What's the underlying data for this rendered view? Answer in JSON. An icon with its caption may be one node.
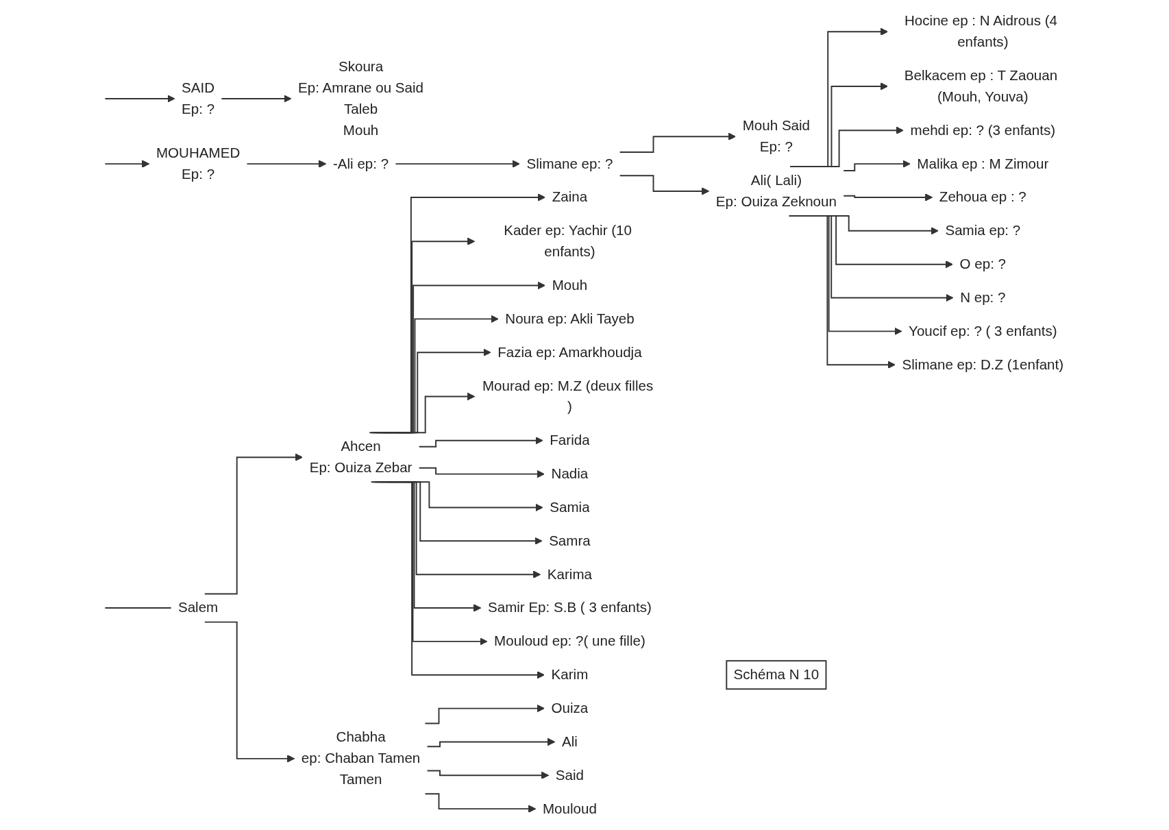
{
  "diagram": {
    "nodes": [
      {
        "text": [
          "SAID"
        ],
        "beside": [
          "Ep: ?"
        ]
      },
      {
        "text": [
          "MOUHAMED"
        ],
        "beside": [
          "Ep: ?"
        ]
      },
      {
        "text": [
          "Skoura"
        ],
        "beside": [
          "Ep: Amrane ou Said",
          "Taleb",
          "Mouh"
        ]
      },
      {
        "text": [
          "-Ali ep: ?"
        ]
      },
      {
        "text": [
          "Salem"
        ]
      },
      {
        "text": [
          "Ahcen"
        ],
        "beside": [
          "Ep: Ouiza Zebar"
        ]
      },
      {
        "text": [
          "Chabha"
        ],
        "beside": [
          "ep: Chaban Tamen",
          "Tamen"
        ]
      },
      {
        "text": [
          "Slimane ep: ?"
        ]
      },
      {
        "text": [
          "Mouh Said"
        ],
        "beside": [
          "Ep: ?"
        ]
      },
      {
        "text": [
          "Ali( Lali)"
        ],
        "beside": [
          "Ep: Ouiza Zeknoun"
        ]
      },
      {
        "text": [
          "Zaina"
        ]
      },
      {
        "text": [
          "Kader ep: Yachir (10 enfants)"
        ]
      },
      {
        "text": [
          "Mouh"
        ]
      },
      {
        "text": [
          "Noura ep: Akli Tayeb"
        ]
      },
      {
        "text": [
          "Fazia ep: Amarkhoudja"
        ]
      },
      {
        "text": [
          "Mourad ep: M.Z (deux filles )"
        ]
      },
      {
        "text": [
          "Farida"
        ]
      },
      {
        "text": [
          "Nadia"
        ]
      },
      {
        "text": [
          "Samia"
        ]
      },
      {
        "text": [
          "Samra"
        ]
      },
      {
        "text": [
          "Karima"
        ]
      },
      {
        "text": [
          "Samir Ep: S.B ( 3 enfants)"
        ]
      },
      {
        "text": [
          "Mouloud ep: ?( une fille)"
        ]
      },
      {
        "text": [
          "Karim"
        ]
      },
      {
        "text": [
          "Ouiza"
        ]
      },
      {
        "text": [
          "Ali"
        ]
      },
      {
        "text": [
          "Said"
        ]
      },
      {
        "text": [
          "Mouloud"
        ]
      },
      {
        "text": [
          "Hocine ep : N Aidrous (4 enfants)"
        ]
      },
      {
        "text": [
          "Belkacem ep : T Zaouan (Mouh, Youva)"
        ]
      },
      {
        "text": [
          "mehdi ep: ? (3 enfants)"
        ]
      },
      {
        "text": [
          "Malika ep : M Zimour"
        ]
      },
      {
        "text": [
          "Zehoua ep : ?"
        ]
      },
      {
        "text": [
          "Samia ep: ?"
        ]
      },
      {
        "text": [
          "O ep: ?"
        ]
      },
      {
        "text": [
          "N ep: ?"
        ]
      },
      {
        "text": [
          "Youcif ep: ? ( 3 enfants)"
        ]
      },
      {
        "text": [
          "Slimane ep: D.Z (1enfant)"
        ]
      },
      {
        "text": [
          "Schéma N 10"
        ]
      }
    ],
    "edges": [
      {
        "from": null,
        "to": 0,
        "arrow": "to"
      },
      {
        "from": null,
        "to": 1,
        "arrow": "to"
      },
      {
        "from": 0,
        "to": 2,
        "arrow": "to"
      },
      {
        "from": 1,
        "to": 3,
        "arrow": "to"
      },
      {
        "from": null,
        "to": 4,
        "arrow": "none"
      },
      {
        "from": 4,
        "to": 5,
        "arrow": "to"
      },
      {
        "from": 4,
        "to": 6,
        "arrow": "to"
      },
      {
        "from": 3,
        "to": 7,
        "arrow": "to"
      },
      {
        "from": 7,
        "to": 8,
        "arrow": "to"
      },
      {
        "from": 7,
        "to": 9,
        "arrow": "to"
      },
      {
        "from": 5,
        "to": 10,
        "arrow": "to"
      },
      {
        "from": 5,
        "to": 11,
        "arrow": "to"
      },
      {
        "from": 5,
        "to": 12,
        "arrow": "to"
      },
      {
        "from": 5,
        "to": 13,
        "arrow": "to"
      },
      {
        "from": 5,
        "to": 14,
        "arrow": "to"
      },
      {
        "from": 5,
        "to": 15,
        "arrow": "to"
      },
      {
        "from": 5,
        "to": 16,
        "arrow": "to"
      },
      {
        "from": 5,
        "to": 17,
        "arrow": "to"
      },
      {
        "from": 5,
        "to": 18,
        "arrow": "to"
      },
      {
        "from": 5,
        "to": 19,
        "arrow": "to"
      },
      {
        "from": 5,
        "to": 20,
        "arrow": "to"
      },
      {
        "from": 5,
        "to": 21,
        "arrow": "to"
      },
      {
        "from": 5,
        "to": 22,
        "arrow": "to"
      },
      {
        "from": 5,
        "to": 23,
        "arrow": "to"
      },
      {
        "from": 6,
        "to": 24,
        "arrow": "to"
      },
      {
        "from": 6,
        "to": 25,
        "arrow": "to"
      },
      {
        "from": 6,
        "to": 26,
        "arrow": "to"
      },
      {
        "from": 6,
        "to": 27,
        "arrow": "to"
      },
      {
        "from": 9,
        "to": 28,
        "arrow": "to"
      },
      {
        "from": 9,
        "to": 29,
        "arrow": "to"
      },
      {
        "from": 9,
        "to": 30,
        "arrow": "to"
      },
      {
        "from": 9,
        "to": 31,
        "arrow": "to"
      },
      {
        "from": 9,
        "to": 32,
        "arrow": "to"
      },
      {
        "from": 9,
        "to": 33,
        "arrow": "to"
      },
      {
        "from": 9,
        "to": 34,
        "arrow": "to"
      },
      {
        "from": 9,
        "to": 35,
        "arrow": "to"
      },
      {
        "from": 9,
        "to": 36,
        "arrow": "to"
      },
      {
        "from": 9,
        "to": 37,
        "arrow": "to"
      }
    ]
  }
}
